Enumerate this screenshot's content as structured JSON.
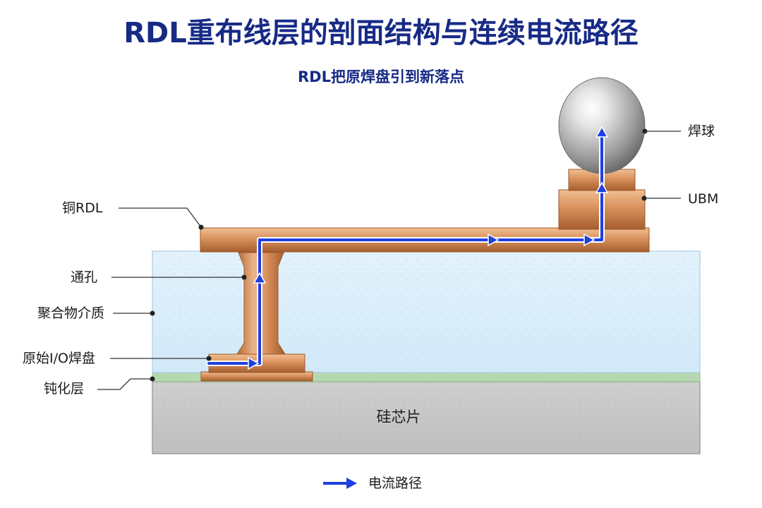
{
  "title": "RDL重布线层的剖面结构与连续电流路径",
  "subtitle": "RDL把原焊盘引到新落点",
  "labels": {
    "copper_rdl": "铜RDL",
    "via": "通孔",
    "polymer": "聚合物介质",
    "io_pad": "原始I/O焊盘",
    "passivation": "钝化层",
    "solder_ball": "焊球",
    "ubm": "UBM",
    "silicon": "硅芯片"
  },
  "legend": {
    "current_path": "电流路径"
  },
  "colors": {
    "title": "#172a86",
    "arrow": "#1f3fe0",
    "copper": "#d8915d",
    "polymer": "#d6ecfa",
    "passivation": "#b6d8b0",
    "silicon": "#c9c9c9"
  }
}
